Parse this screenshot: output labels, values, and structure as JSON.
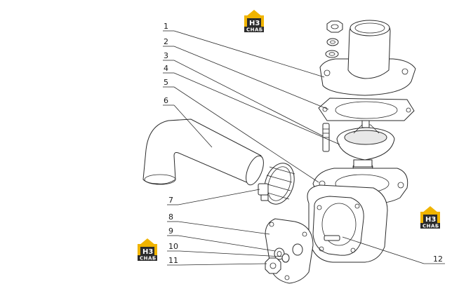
{
  "diagram": {
    "callouts": [
      {
        "label": "1"
      },
      {
        "label": "2"
      },
      {
        "label": "3"
      },
      {
        "label": "4"
      },
      {
        "label": "5"
      },
      {
        "label": "6"
      },
      {
        "label": "7"
      },
      {
        "label": "8"
      },
      {
        "label": "9"
      },
      {
        "label": "10"
      },
      {
        "label": "11"
      },
      {
        "label": "12"
      }
    ]
  },
  "logo": {
    "mark": "H3",
    "brand": "CHAБ",
    "colors": {
      "accent": "#f0b400",
      "dark": "#2b2b2b"
    }
  }
}
